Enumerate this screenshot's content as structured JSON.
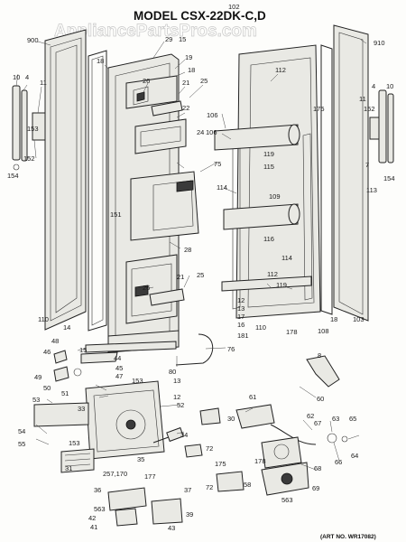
{
  "title": "MODEL CSX-22DK-C,D",
  "watermark": "AppliancePartsPros.com",
  "art_number": "(ART NO. WR17082)",
  "callouts": [
    {
      "id": "c-102",
      "text": "102"
    },
    {
      "id": "c-29",
      "text": "29"
    },
    {
      "id": "c-15a",
      "text": "15"
    },
    {
      "id": "c-900",
      "text": "900"
    },
    {
      "id": "c-910",
      "text": "910"
    },
    {
      "id": "c-19",
      "text": "19"
    },
    {
      "id": "c-18a",
      "text": "18"
    },
    {
      "id": "c-18b",
      "text": "18"
    },
    {
      "id": "c-4a",
      "text": "4"
    },
    {
      "id": "c-10a",
      "text": "10"
    },
    {
      "id": "c-11",
      "text": "11"
    },
    {
      "id": "c-152a",
      "text": "152"
    },
    {
      "id": "c-153a",
      "text": "153"
    },
    {
      "id": "c-154a",
      "text": "154"
    },
    {
      "id": "c-26a",
      "text": "26"
    },
    {
      "id": "c-21a",
      "text": "21"
    },
    {
      "id": "c-25a",
      "text": "25"
    },
    {
      "id": "c-22",
      "text": "22"
    },
    {
      "id": "c-112a",
      "text": "112"
    },
    {
      "id": "c-4b",
      "text": "4"
    },
    {
      "id": "c-10b",
      "text": "10"
    },
    {
      "id": "c-175a",
      "text": "175"
    },
    {
      "id": "c-152b",
      "text": "152"
    },
    {
      "id": "c-11b",
      "text": "11"
    },
    {
      "id": "c-106a",
      "text": "106"
    },
    {
      "id": "c-24",
      "text": "24"
    },
    {
      "id": "c-106b",
      "text": "106"
    },
    {
      "id": "c-119a",
      "text": "119"
    },
    {
      "id": "c-115",
      "text": "115"
    },
    {
      "id": "c-75",
      "text": "75"
    },
    {
      "id": "c-7",
      "text": "7"
    },
    {
      "id": "c-154b",
      "text": "154"
    },
    {
      "id": "c-113",
      "text": "113"
    },
    {
      "id": "c-114a",
      "text": "114"
    },
    {
      "id": "c-151",
      "text": "151"
    },
    {
      "id": "c-109",
      "text": "109"
    },
    {
      "id": "c-116",
      "text": "116"
    },
    {
      "id": "c-28",
      "text": "28"
    },
    {
      "id": "c-114b",
      "text": "114"
    },
    {
      "id": "c-21b",
      "text": "21"
    },
    {
      "id": "c-25b",
      "text": "25"
    },
    {
      "id": "c-26b",
      "text": "26"
    },
    {
      "id": "c-112b",
      "text": "112"
    },
    {
      "id": "c-119b",
      "text": "119"
    },
    {
      "id": "c-12a",
      "text": "12"
    },
    {
      "id": "c-13a",
      "text": "13"
    },
    {
      "id": "c-17",
      "text": "17"
    },
    {
      "id": "c-16",
      "text": "16"
    },
    {
      "id": "c-181",
      "text": "181"
    },
    {
      "id": "c-110a",
      "text": "110"
    },
    {
      "id": "c-14",
      "text": "14"
    },
    {
      "id": "c-110b",
      "text": "110"
    },
    {
      "id": "c-178a",
      "text": "178"
    },
    {
      "id": "c-108",
      "text": "108"
    },
    {
      "id": "c-18c",
      "text": "18"
    },
    {
      "id": "c-103",
      "text": "103"
    },
    {
      "id": "c-48",
      "text": "48"
    },
    {
      "id": "c-46",
      "text": "46"
    },
    {
      "id": "c-15b",
      "text": "15"
    },
    {
      "id": "c-76",
      "text": "76"
    },
    {
      "id": "c-80",
      "text": "80"
    },
    {
      "id": "c-44",
      "text": "44"
    },
    {
      "id": "c-45",
      "text": "45"
    },
    {
      "id": "c-49",
      "text": "49"
    },
    {
      "id": "c-50",
      "text": "50"
    },
    {
      "id": "c-47",
      "text": "47"
    },
    {
      "id": "c-153b",
      "text": "153"
    },
    {
      "id": "c-51",
      "text": "51"
    },
    {
      "id": "c-13b",
      "text": "13"
    },
    {
      "id": "c-12b",
      "text": "12"
    },
    {
      "id": "c-53",
      "text": "53"
    },
    {
      "id": "c-33",
      "text": "33"
    },
    {
      "id": "c-52",
      "text": "52"
    },
    {
      "id": "c-30",
      "text": "30"
    },
    {
      "id": "c-54",
      "text": "54"
    },
    {
      "id": "c-55",
      "text": "55"
    },
    {
      "id": "c-153c",
      "text": "153"
    },
    {
      "id": "c-31",
      "text": "31"
    },
    {
      "id": "c-35",
      "text": "35"
    },
    {
      "id": "c-34",
      "text": "34"
    },
    {
      "id": "c-72a",
      "text": "72"
    },
    {
      "id": "c-257",
      "text": "257,170"
    },
    {
      "id": "c-177",
      "text": "177"
    },
    {
      "id": "c-175b",
      "text": "175"
    },
    {
      "id": "c-37",
      "text": "37"
    },
    {
      "id": "c-72b",
      "text": "72"
    },
    {
      "id": "c-58",
      "text": "58"
    },
    {
      "id": "c-36",
      "text": "36"
    },
    {
      "id": "c-563a",
      "text": "563"
    },
    {
      "id": "c-42",
      "text": "42"
    },
    {
      "id": "c-41",
      "text": "41"
    },
    {
      "id": "c-43",
      "text": "43"
    },
    {
      "id": "c-39",
      "text": "39"
    },
    {
      "id": "c-8",
      "text": "8"
    },
    {
      "id": "c-61",
      "text": "61"
    },
    {
      "id": "c-60",
      "text": "60"
    },
    {
      "id": "c-62",
      "text": "62"
    },
    {
      "id": "c-67",
      "text": "67"
    },
    {
      "id": "c-63",
      "text": "63"
    },
    {
      "id": "c-65",
      "text": "65"
    },
    {
      "id": "c-64",
      "text": "64"
    },
    {
      "id": "c-66",
      "text": "66"
    },
    {
      "id": "c-178b",
      "text": "178"
    },
    {
      "id": "c-68",
      "text": "68"
    },
    {
      "id": "c-69",
      "text": "69"
    },
    {
      "id": "c-563b",
      "text": "563"
    }
  ]
}
